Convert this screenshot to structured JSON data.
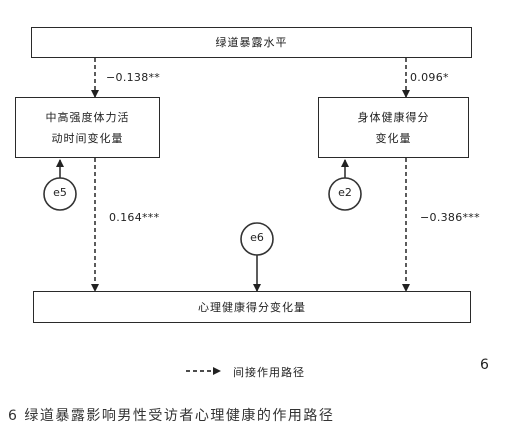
{
  "nodes": {
    "top": "绿道暴露水平",
    "left_line1": "中高强度体力活",
    "left_line2": "动时间变化量",
    "right_line1": "身体健康得分",
    "right_line2": "变化量",
    "bottom": "心理健康得分变化量"
  },
  "errors": {
    "e5": "e5",
    "e2": "e2",
    "e6": "e6"
  },
  "coefficients": {
    "top_to_left": "−0.138**",
    "top_to_right": "0.096*",
    "left_to_bottom": "0.164***",
    "right_to_bottom": "−0.386***"
  },
  "legend": {
    "label": "间接作用路径"
  },
  "figure_number": "6",
  "caption": "6 绿道暴露影响男性受访者心理健康的作用路径"
}
